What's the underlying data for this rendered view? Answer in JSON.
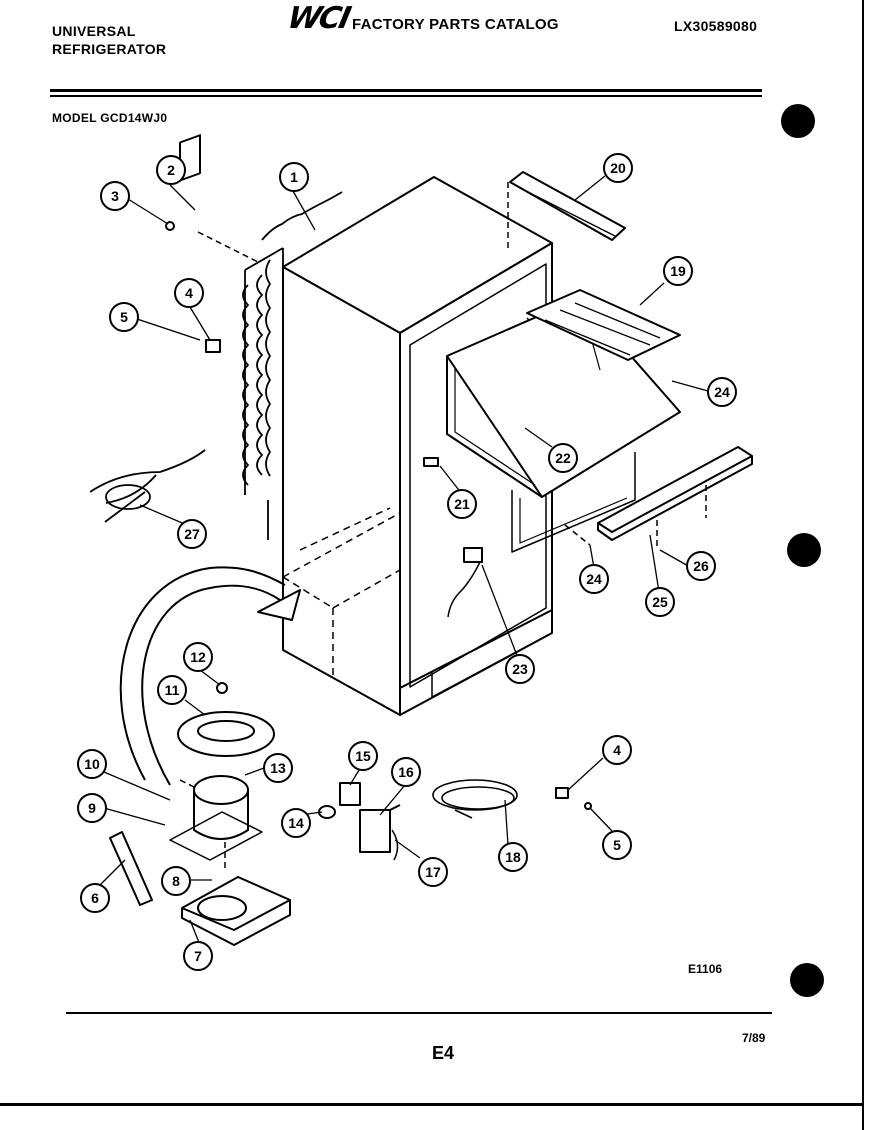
{
  "header": {
    "brand_line1": "UNIVERSAL",
    "brand_line2": "REFRIGERATOR",
    "logo": "WCI",
    "catalog_title": "FACTORY PARTS CATALOG",
    "part_number": "LX30589080",
    "model": "MODEL GCD14WJ0"
  },
  "callouts": [
    "1",
    "2",
    "3",
    "4",
    "5",
    "4",
    "5",
    "6",
    "7",
    "8",
    "9",
    "10",
    "11",
    "12",
    "13",
    "14",
    "15",
    "16",
    "17",
    "18",
    "19",
    "20",
    "21",
    "22",
    "23",
    "24",
    "24",
    "25",
    "26",
    "27"
  ],
  "footer": {
    "drawing_code": "E1106",
    "date": "7/89",
    "page": "E4"
  }
}
